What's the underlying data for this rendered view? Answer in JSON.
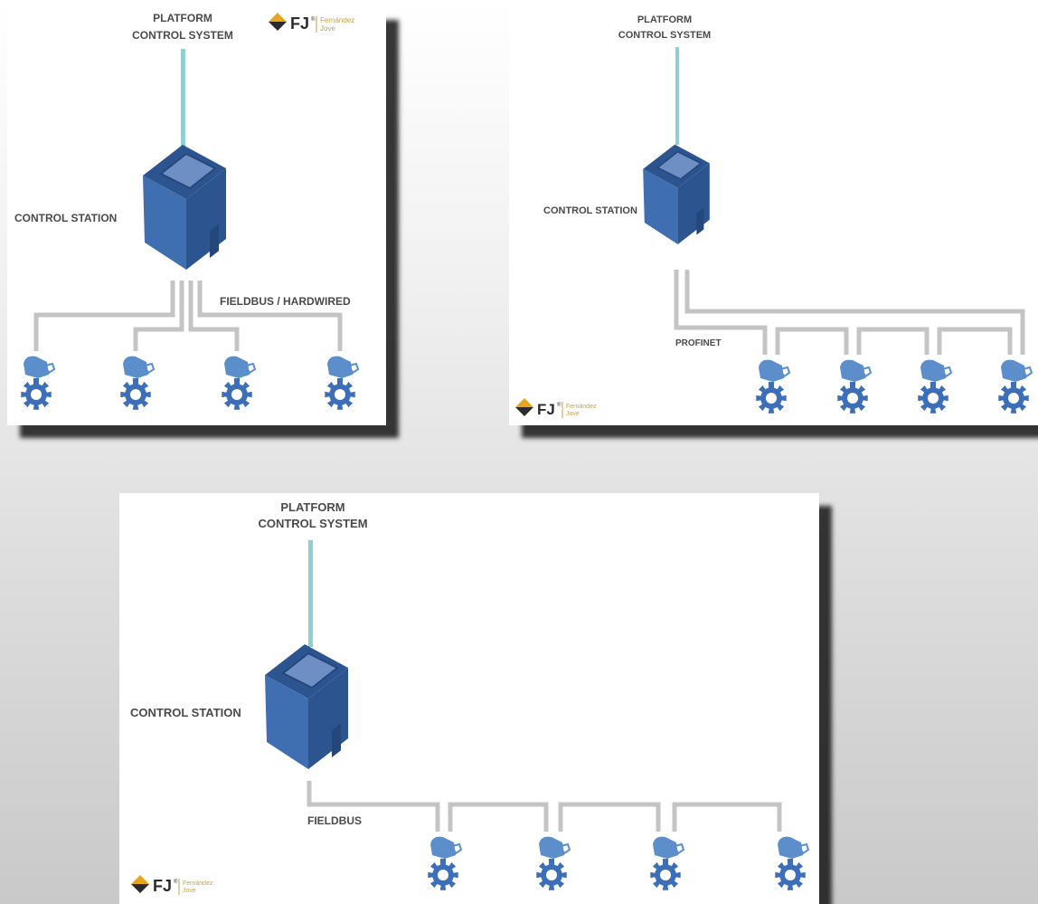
{
  "colors": {
    "uplink": "#8fcfcf",
    "cable": "#c4c4c4",
    "station": "#3f6fb0",
    "station_dark": "#2c5590",
    "actuator": "#5c8ecc",
    "gear": "#3d6fb8",
    "logo_gold": "#e7a51b",
    "logo_text": "#2b2b2b",
    "logo_sub": "#c7a14a"
  },
  "icons": {
    "control_station": "control-cabinet-icon",
    "valve_actuator": "valve-actuator-icon",
    "logo": "fj-diamond-logo-icon"
  },
  "diagrams": [
    {
      "platform_line1": "PLATFORM",
      "platform_line2": "CONTROL SYSTEM",
      "station_label": "CONTROL STATION",
      "network_label": "FIELDBUS / HARDWIRED",
      "actuator_count": 4,
      "logo": {
        "mark": "FJ",
        "sup": "®",
        "sub1": "Fernández",
        "sub2": "Jove"
      }
    },
    {
      "platform_line1": "PLATFORM",
      "platform_line2": "CONTROL SYSTEM",
      "station_label": "CONTROL STATION",
      "network_label": "PROFINET",
      "actuator_count": 4,
      "logo": {
        "mark": "FJ",
        "sup": "®",
        "sub1": "Fernández",
        "sub2": "Jove"
      }
    },
    {
      "platform_line1": "PLATFORM",
      "platform_line2": "CONTROL SYSTEM",
      "station_label": "CONTROL STATION",
      "network_label": "FIELDBUS",
      "actuator_count": 4,
      "logo": {
        "mark": "FJ",
        "sup": "®",
        "sub1": "Fernández",
        "sub2": "Jove"
      }
    }
  ]
}
